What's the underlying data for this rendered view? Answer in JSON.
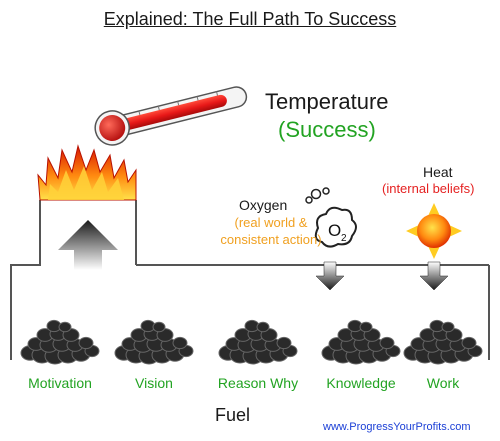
{
  "title": "Explained: The Full Path To Success",
  "temperature": {
    "label": "Temperature",
    "sublabel": "(Success)"
  },
  "oxygen": {
    "label": "Oxygen",
    "sublabel_line1": "(real world &",
    "sublabel_line2": "consistent action)",
    "molecule": "O",
    "subscript": "2"
  },
  "heat": {
    "label": "Heat",
    "sublabel": "(internal beliefs)"
  },
  "fuel": {
    "label": "Fuel",
    "items": [
      "Motivation",
      "Vision",
      "Reason Why",
      "Knowledge",
      "Work"
    ]
  },
  "footer_url": "www.ProgressYourProfits.com",
  "colors": {
    "green": "#22a322",
    "orange": "#f0a020",
    "red": "#e52222",
    "blue": "#1b3fd6",
    "thermometer_red": "#e81818"
  },
  "icons": [
    "thermometer-icon",
    "flame-icon",
    "cloud-icon",
    "sun-icon",
    "coal-pile-icon",
    "arrow-up-icon",
    "arrow-down-icon"
  ]
}
